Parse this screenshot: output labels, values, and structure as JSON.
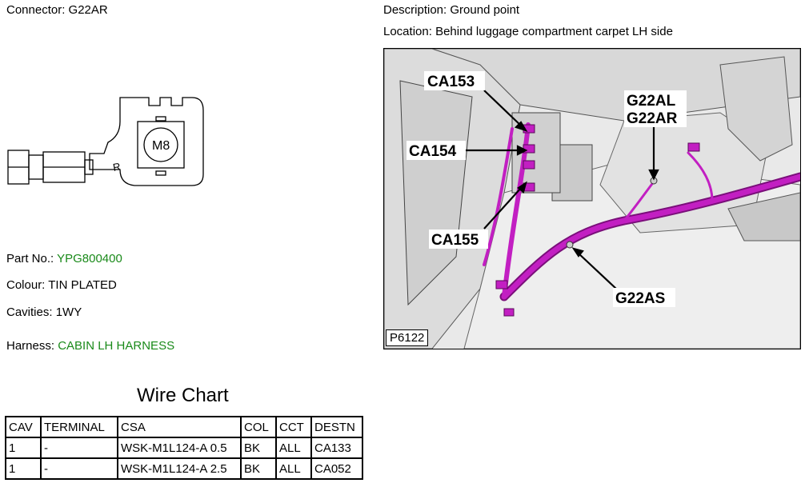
{
  "connector": {
    "label": "Connector:",
    "value": "G22AR"
  },
  "description": {
    "label": "Description:",
    "value": "Ground point"
  },
  "location": {
    "label": "Location:",
    "value": "Behind luggage compartment carpet LH side"
  },
  "connector_drawing": {
    "nut_label": "M8",
    "side_label": "R"
  },
  "part_no": {
    "label": "Part No.:",
    "value": "YPG800400"
  },
  "colour": {
    "label": "Colour:",
    "value": "TIN PLATED"
  },
  "cavities": {
    "label": "Cavities:",
    "value": "1WY"
  },
  "harness": {
    "label": "Harness:",
    "value": "CABIN LH HARNESS"
  },
  "wire_chart": {
    "title": "Wire Chart",
    "headers": [
      "CAV",
      "TERMINAL",
      "CSA",
      "COL",
      "CCT",
      "DESTN"
    ],
    "rows": [
      [
        "1",
        "-",
        "WSK-M1L124-A 0.5",
        "BK",
        "ALL",
        "CA133"
      ],
      [
        "1",
        "-",
        "WSK-M1L124-A 2.5",
        "BK",
        "ALL",
        "CA052"
      ]
    ]
  },
  "photo": {
    "code": "P6122",
    "callouts": [
      "CA153",
      "CA154",
      "CA155",
      "G22AL",
      "G22AR",
      "G22AS"
    ],
    "harness_color": "#c21fc2"
  }
}
